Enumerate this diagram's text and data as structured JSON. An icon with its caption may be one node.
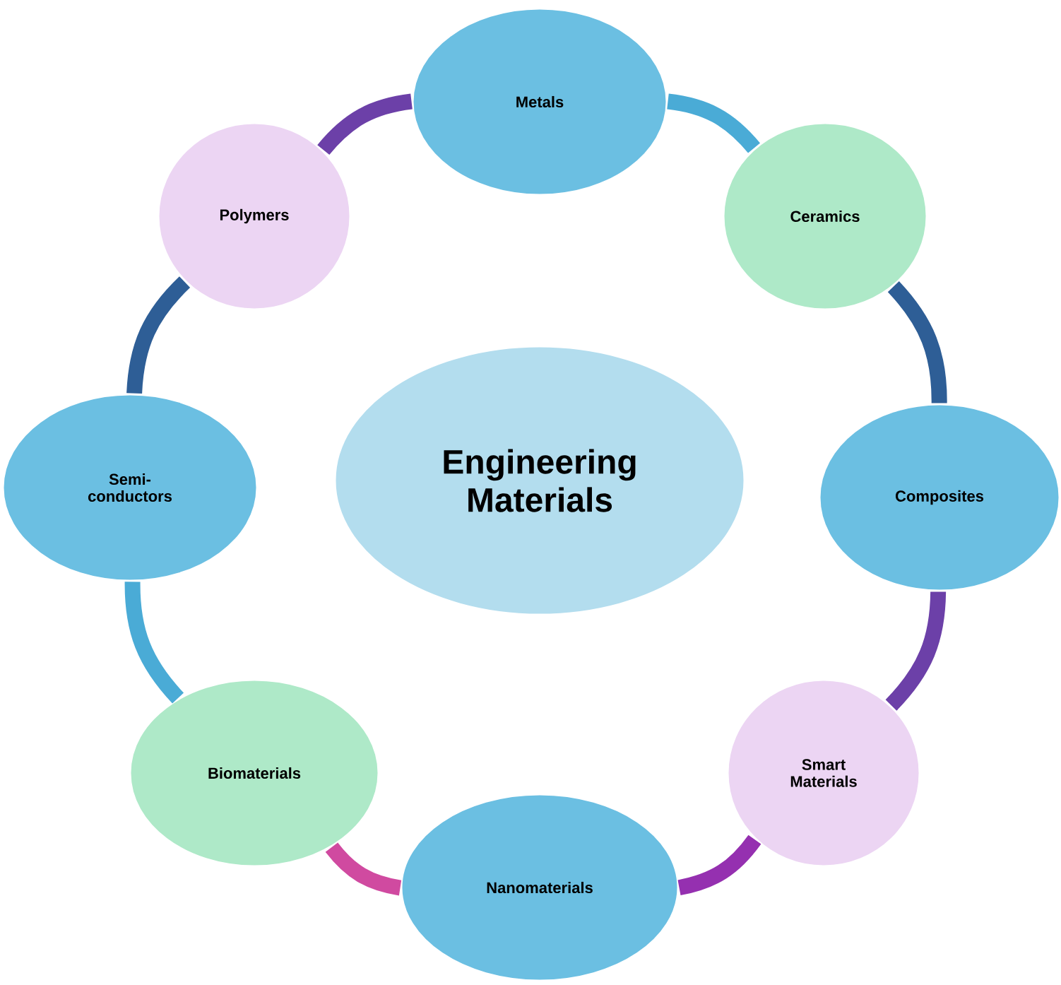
{
  "diagram": {
    "nodes": [
      {
        "text": [
          "Engineering Materials"
        ]
      },
      {
        "text": [
          "Metals"
        ]
      },
      {
        "text": [
          "Ceramics"
        ]
      },
      {
        "text": [
          "Composites"
        ]
      },
      {
        "text": [
          "Smart Materials"
        ]
      },
      {
        "text": [
          "Nanomaterials"
        ]
      },
      {
        "text": [
          "Biomaterials"
        ]
      },
      {
        "text": [
          "Semi- conductors"
        ]
      },
      {
        "text": [
          "Polymers"
        ]
      }
    ],
    "edges": [
      {
        "from": 1,
        "to": 2,
        "arrow": "none",
        "color": "#4aabd6"
      },
      {
        "from": 2,
        "to": 3,
        "arrow": "none",
        "color": "#2e5e96"
      },
      {
        "from": 3,
        "to": 4,
        "arrow": "none",
        "color": "#6c40a8"
      },
      {
        "from": 4,
        "to": 5,
        "arrow": "none",
        "color": "#9530b0"
      },
      {
        "from": 5,
        "to": 6,
        "arrow": "none",
        "color": "#d04aa0"
      },
      {
        "from": 6,
        "to": 7,
        "arrow": "none",
        "color": "#4aabd6"
      },
      {
        "from": 7,
        "to": 8,
        "arrow": "none",
        "color": "#2e5e96"
      },
      {
        "from": 8,
        "to": 1,
        "arrow": "none",
        "color": "#6c40a8"
      }
    ]
  }
}
